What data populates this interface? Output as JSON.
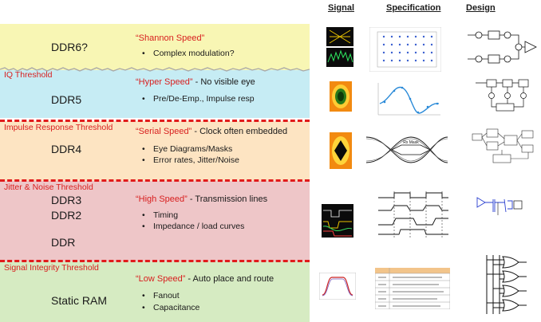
{
  "headers": {
    "signal": "Signal",
    "specification": "Specification",
    "design": "Design"
  },
  "thresholds": [
    "IQ Threshold",
    "Impulse Response Threshold",
    "Jitter  & Noise Threshold",
    "Signal Integrity Threshold"
  ],
  "tiers": [
    {
      "memory": [
        "DDR6?"
      ],
      "speed_name": "“Shannon Speed”",
      "speed_note": "",
      "bullets": [
        "Complex modulation?"
      ]
    },
    {
      "memory": [
        "DDR5"
      ],
      "speed_name": "“Hyper Speed”",
      "speed_note": " - No visible eye",
      "bullets": [
        "Pre/De-Emp., Impulse resp"
      ]
    },
    {
      "memory": [
        "DDR4"
      ],
      "speed_name": "“Serial Speed”",
      "speed_note": " - Clock often embedded",
      "bullets": [
        "Eye Diagrams/Masks",
        "Error rates, Jitter/Noise"
      ]
    },
    {
      "memory": [
        "DDR3",
        "DDR2",
        "DDR"
      ],
      "speed_name": "“High Speed”",
      "speed_note": "  - Transmission lines",
      "bullets": [
        "Timing",
        "Impedance / load curves"
      ]
    },
    {
      "memory": [
        "Static RAM"
      ],
      "speed_name": "“Low Speed”",
      "speed_note": "  - Auto place and route",
      "bullets": [
        "Fanout",
        "Capacitance"
      ]
    }
  ],
  "colors": {
    "band_shannon": "#f8f6b4",
    "band_hyper": "#c6ecf4",
    "band_serial": "#fde4c2",
    "band_high": "#eec6c8",
    "band_low": "#d6ebc2",
    "threshold_red": "#d81e1e"
  },
  "thumbnails": {
    "spec_eye_mask_label": "Rx Mask"
  }
}
